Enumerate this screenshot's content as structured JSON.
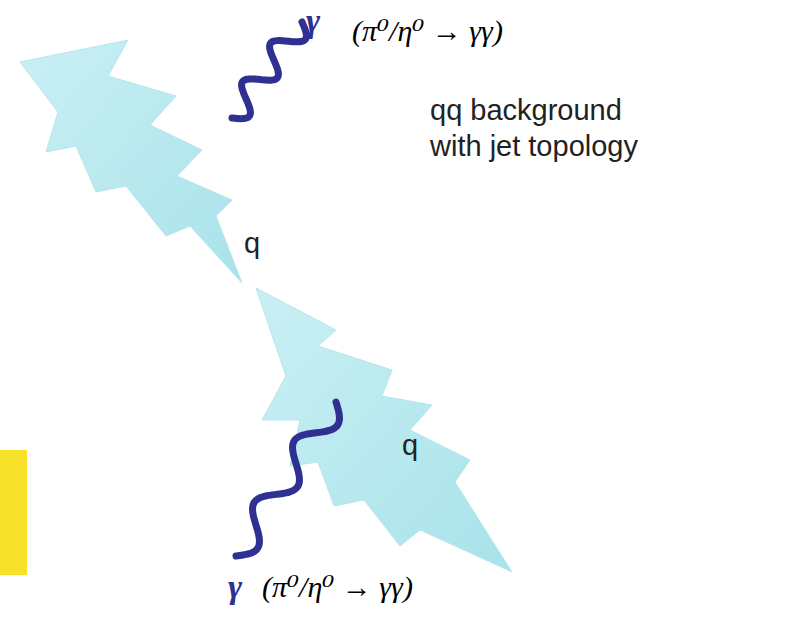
{
  "diagram": {
    "labels": [
      "γ",
      "(π⁰/η⁰ → γγ)",
      "qq background",
      "with jet topology",
      "q",
      "q",
      "γ",
      "(π⁰/η⁰ → γγ)"
    ]
  }
}
